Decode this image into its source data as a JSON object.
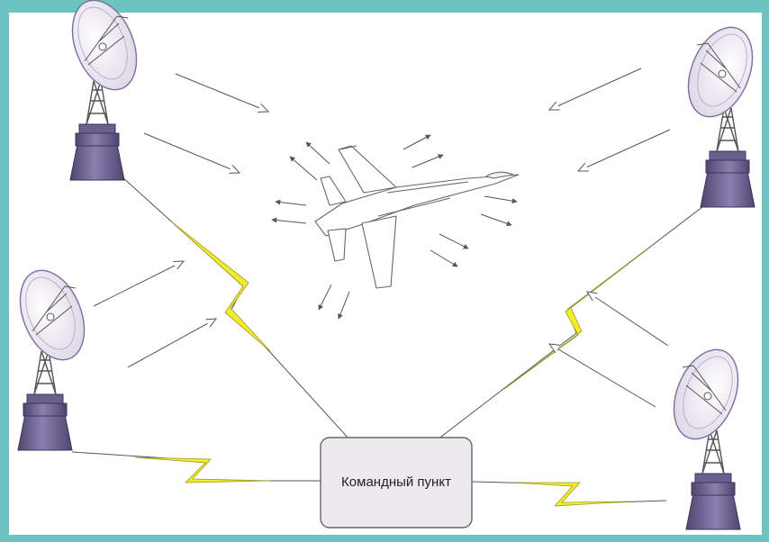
{
  "command_post": {
    "label": "Командный пункт"
  },
  "colors": {
    "frame": "#6cc4c0",
    "lightning": "#f2ec2a",
    "lightning_edge": "#9c9a20",
    "antenna_base": "#7a6fa0",
    "antenna_base_dark": "#4e4670",
    "dish": "#f2eef6",
    "line": "#555555",
    "box_fill": "#ece9ef"
  },
  "diagram": {
    "nodes": [
      "antenna-top-left",
      "antenna-top-right",
      "antenna-mid-left",
      "antenna-mid-right",
      "aircraft",
      "command-post"
    ],
    "links": [
      {
        "from": "antenna-top-left",
        "to": "command-post",
        "kind": "radio-link"
      },
      {
        "from": "antenna-top-right",
        "to": "command-post",
        "kind": "radio-link"
      },
      {
        "from": "antenna-mid-left",
        "to": "command-post",
        "kind": "radio-link"
      },
      {
        "from": "antenna-mid-right",
        "to": "command-post",
        "kind": "radio-link"
      },
      {
        "from": "antenna-top-left",
        "to": "aircraft",
        "kind": "radar-beam"
      },
      {
        "from": "antenna-top-right",
        "to": "aircraft",
        "kind": "radar-beam"
      },
      {
        "from": "antenna-mid-left",
        "to": "aircraft",
        "kind": "radar-beam"
      },
      {
        "from": "antenna-mid-right",
        "to": "aircraft",
        "kind": "radar-beam"
      }
    ]
  }
}
